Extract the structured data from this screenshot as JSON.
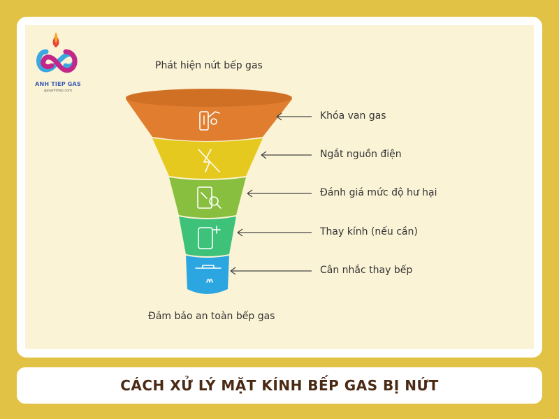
{
  "logo": {
    "name": "ANH TIEP GAS",
    "url": "gasanhtiep.com"
  },
  "diagram": {
    "top_label": "Phát hiện nứt bếp gas",
    "bottom_label": "Đảm bảo an toàn bếp gas",
    "steps": [
      {
        "label": "Khóa van gas",
        "color": "#e07d2e",
        "icon": "gas-valve-hand-icon"
      },
      {
        "label": "Ngắt nguồn điện",
        "color": "#e6c91f",
        "icon": "power-off-icon"
      },
      {
        "label": "Đánh giá mức độ hư hại",
        "color": "#88bf3f",
        "icon": "inspect-damage-icon"
      },
      {
        "label": "Thay kính (nếu cần)",
        "color": "#3ec27a",
        "icon": "replace-glass-icon"
      },
      {
        "label": "Cân nhắc thay bếp",
        "color": "#2ba6e0",
        "icon": "stove-icon"
      }
    ]
  },
  "banner": {
    "title": "CÁCH XỬ LÝ MẶT KÍNH BẾP GAS BỊ NỨT"
  }
}
